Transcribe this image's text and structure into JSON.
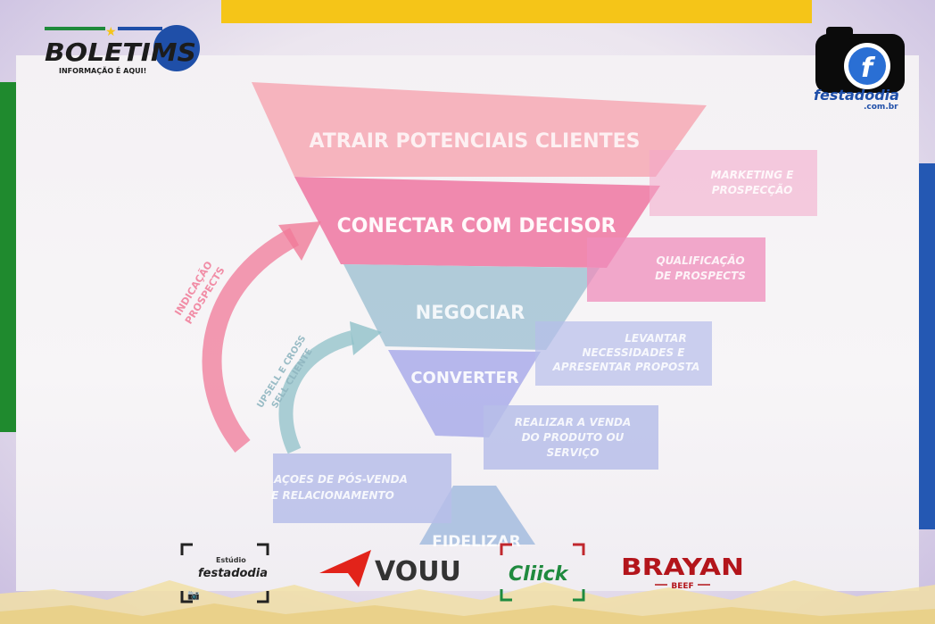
{
  "funnel": {
    "stages": [
      "ATRAIR POTENCIAIS CLIENTES",
      "CONECTAR COM DECISOR",
      "NEGOCIAR",
      "CONVERTER",
      "FIDELIZAR"
    ],
    "side_boxes": [
      [
        "MARKETING E",
        "PROSPECÇÃO"
      ],
      [
        "QUALIFICAÇÃO",
        "DE PROSPECTS"
      ],
      [
        "LEVANTAR",
        "NECESSIDADES E",
        "APRESENTAR PROPOSTA"
      ],
      [
        "REALIZAR A VENDA",
        "DO PRODUTO OU",
        "SERVIÇO"
      ]
    ],
    "post_sale": [
      "AÇOES DE PÓS-VENDA",
      "E RELACIONAMENTO"
    ],
    "arrow_left": [
      "INDICAÇÃO",
      "PROSPECTS"
    ],
    "arrow_inner": [
      "UPSELL E CROSS",
      "SELL CLIENTE"
    ]
  },
  "logos": {
    "boletim_name": "BOLETIMS",
    "boletim_tagline": "INFORMAÇÃO É AQUI!",
    "festa_name": "festadodia",
    "festa_domain": ".com.br",
    "festa_letter": "f"
  },
  "sponsors": {
    "estudio_small": "Estúdio",
    "estudio_name": "festadodia",
    "vouu": "VOUU",
    "cliick": "Cliick",
    "brayan": "BRAYAN",
    "brayan_sub": "BEEF"
  },
  "colors": {
    "stage1": "#f6a9b4",
    "stage2": "#ef7da6",
    "stage3": "#a9c6d6",
    "stage4": "#aeb0ea",
    "stage5": "#a9bfe0",
    "box_pink": "#f3a6c8",
    "box_blue": "#b7bee9",
    "arrow_pink": "#f07a98",
    "arrow_teal": "#8fc0c8"
  }
}
